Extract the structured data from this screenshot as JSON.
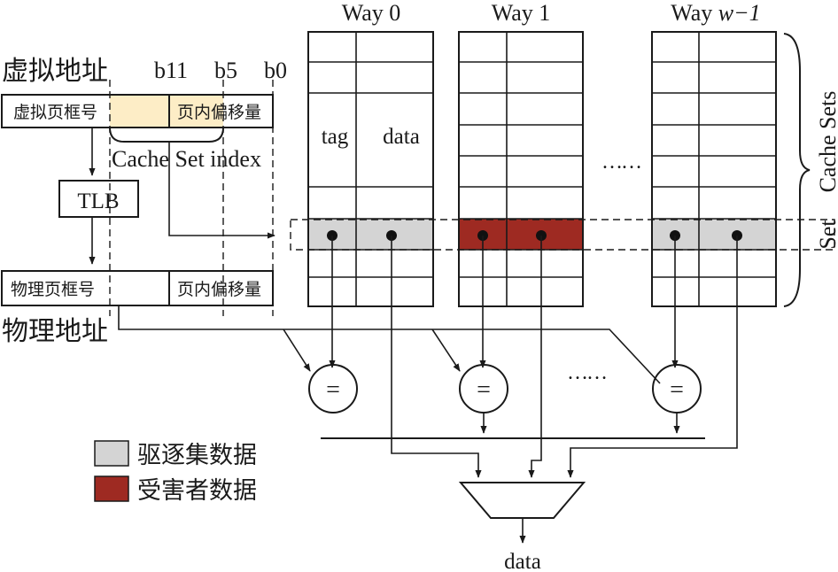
{
  "ways": [
    {
      "title_prefix": "Way ",
      "title_index": "0"
    },
    {
      "title_prefix": "Way ",
      "title_index": "1"
    },
    {
      "title_prefix": "Way ",
      "title_index": "w−1"
    }
  ],
  "virtual_address": {
    "label": "虚拟地址",
    "page_frame_field": "虚拟页框号",
    "offset_field": "页内偏移量",
    "bits": [
      "b11",
      "b5",
      "b0"
    ]
  },
  "physical_address": {
    "label": "物理地址",
    "page_frame_field": "物理页框号",
    "offset_field": "页内偏移量"
  },
  "cache_set_index_label": "Cache Set index",
  "tlb_label": "TLB",
  "tag_label": "tag",
  "data_label": "data",
  "ellipsis": "……",
  "cache_sets_label": "Cache Sets",
  "set_label": "Set",
  "comparator_symbol": "=",
  "mux_output_label": "data",
  "legend": [
    {
      "label": "驱逐集数据",
      "color": "#d4d4d4"
    },
    {
      "label": "受害者数据",
      "color": "#9e2a22"
    }
  ],
  "colors": {
    "set_index_highlight": "#fdedc6",
    "eviction": "#d4d4d4",
    "victim": "#9e2a22"
  }
}
